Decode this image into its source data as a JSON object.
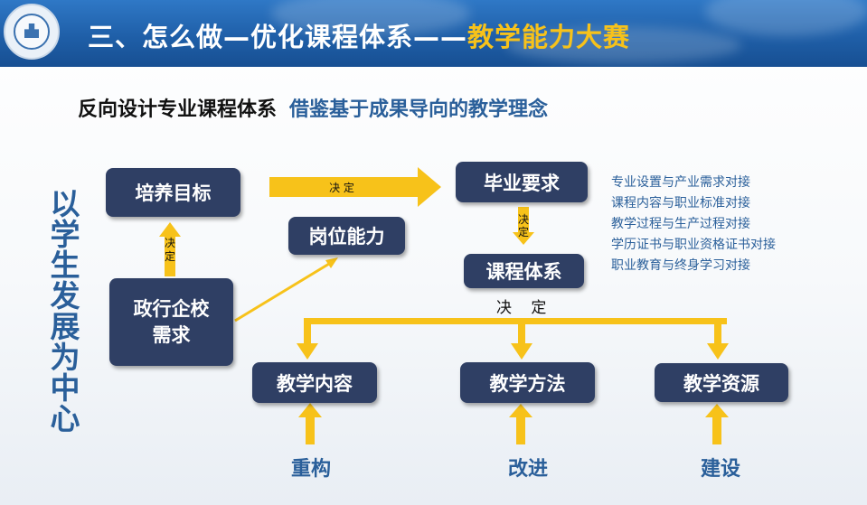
{
  "header": {
    "title_main": "三、怎么做—优化课程体系——",
    "title_highlight": "教学能力大赛",
    "colors": {
      "bar": "#1f5fa8",
      "highlight": "#f7c21a"
    }
  },
  "subtitle": {
    "left": "反向设计专业课程体系",
    "right": "借鉴基于成果导向的教学理念"
  },
  "side_label": "以学生发展为中心",
  "nodes": {
    "peiyang": "培养目标",
    "zhengxing_line1": "政行企校",
    "zhengxing_line2": "需求",
    "gangwei": "岗位能力",
    "biye": "毕业要求",
    "kecheng": "课程体系",
    "neirong": "教学内容",
    "fangfa": "教学方法",
    "ziyuan": "教学资源"
  },
  "labels": {
    "jueding_small": "决定",
    "jueding_big": "决 定",
    "jueding_main": "决 定"
  },
  "alignment_list": [
    "专业设置与产业需求对接",
    "课程内容与职业标准对接",
    "教学过程与生产过程对接",
    "学历证书与职业资格证书对接",
    "职业教育与终身学习对接"
  ],
  "bottom_labels": {
    "neirong": "重构",
    "fangfa": "改进",
    "ziyuan": "建设"
  },
  "colors": {
    "node_fill": "#2f3f64",
    "arrow": "#f7c21a",
    "accent_text": "#2a5f9a"
  }
}
